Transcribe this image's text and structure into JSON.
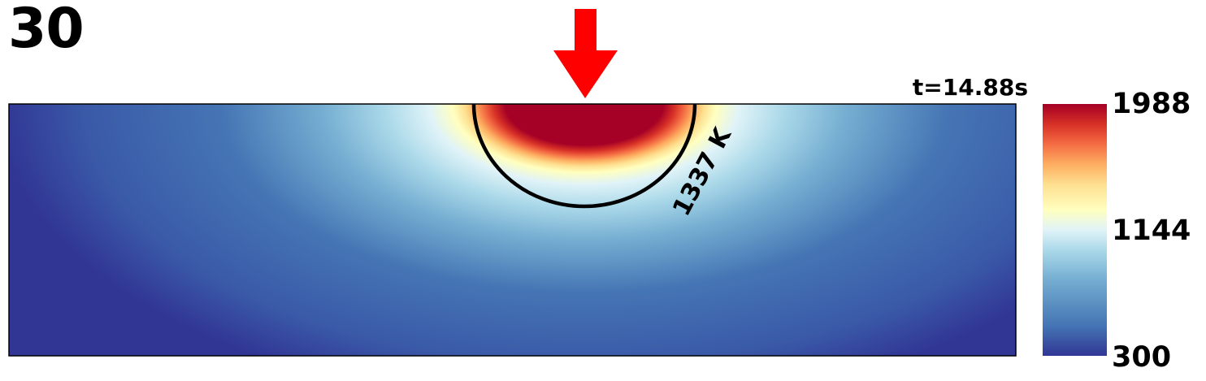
{
  "frame": {
    "number": "30"
  },
  "time": {
    "label": "t=14.88s"
  },
  "contour": {
    "label": "1337 K",
    "value": 1337
  },
  "colorbar": {
    "max_label": "1988",
    "mid_label": "1144",
    "min_label": "300",
    "min": 300,
    "max": 1988,
    "colormap": "RdYlBu_r"
  },
  "heat_source": {
    "icon": "arrow-down-icon",
    "color": "#ff0000"
  },
  "chart_data": {
    "type": "heatmap",
    "title": "",
    "subtitle": "t=14.88s",
    "colorbar_range": [
      300,
      1988
    ],
    "colorbar_ticks": [
      300,
      1144,
      1988
    ],
    "contours": [
      {
        "level": 1337,
        "label": "1337 K"
      }
    ],
    "annotations": [
      "30",
      "t=14.88s",
      "1337 K"
    ],
    "colors": {
      "low": "#313695",
      "mid": "#ffffbf",
      "high": "#a50026"
    }
  }
}
